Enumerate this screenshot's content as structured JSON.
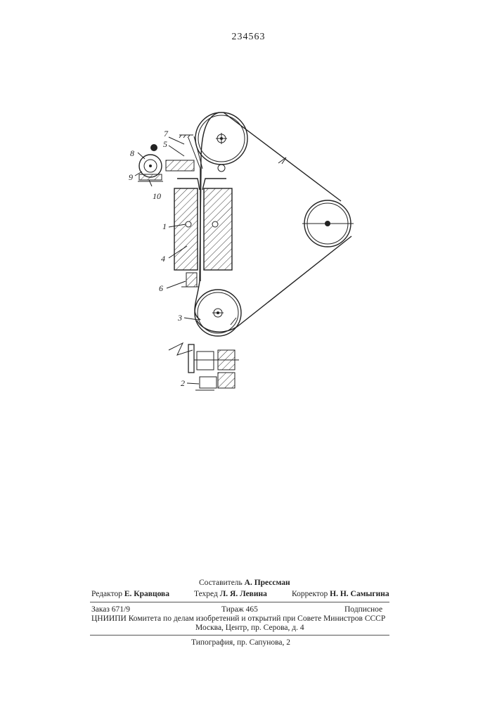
{
  "patent_number": "234563",
  "figure": {
    "part_labels": [
      "1",
      "2",
      "3",
      "4",
      "5",
      "6",
      "7",
      "8",
      "9",
      "10"
    ]
  },
  "imprint": {
    "compiler_label": "Составитель",
    "compiler_name": "А. Прессман",
    "editor_label": "Редактор",
    "editor_name": "Е. Кравцова",
    "tech_editor_label": "Техред",
    "tech_editor_name": "Л. Я. Левина",
    "corrector_label": "Корректор",
    "corrector_name": "Н. Н. Самыгина",
    "order": "Заказ 671/9",
    "circulation": "Тираж 465",
    "subscription": "Подписное",
    "institute": "ЦНИИПИ Комитета по делам изобретений и открытий при Совете Министров СССР",
    "address": "Москва, Центр, пр. Серова, д. 4",
    "printing_house": "Типография, пр. Сапунова, 2"
  }
}
